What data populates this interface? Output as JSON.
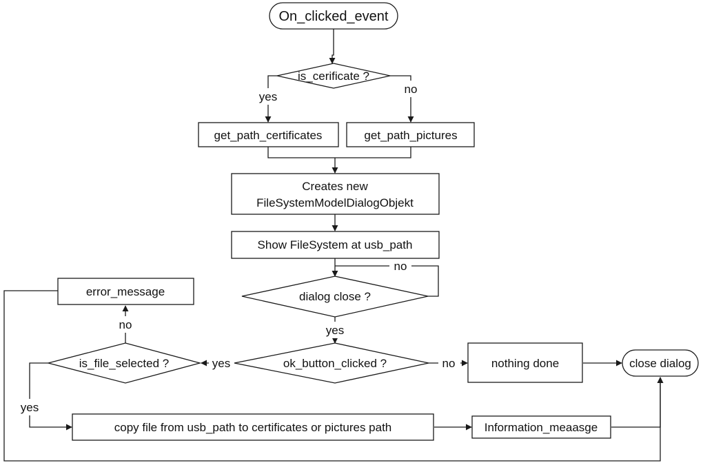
{
  "nodes": {
    "start": "On_clicked_event",
    "is_certificate": "is_cerificate ?",
    "get_path_certificates": "get_path_certificates",
    "get_path_pictures": "get_path_pictures",
    "creates_line1": "Creates new",
    "creates_line2": "FileSystemModelDialogObjekt",
    "show_filesystem": "Show FileSystem at usb_path",
    "dialog_close": "dialog close ?",
    "ok_button_clicked": "ok_button_clicked ?",
    "is_file_selected": "is_file_selected ?",
    "error_message": "error_message",
    "nothing_done": "nothing done",
    "close_dialog": "close dialog",
    "copy_file": "copy file from usb_path to certificates or pictures path",
    "information_message": "Information_meaasge"
  },
  "edges": {
    "cert_yes": "yes",
    "cert_no": "no",
    "dialog_no": "no",
    "dialog_yes": "yes",
    "ok_yes": "yes",
    "ok_no": "no",
    "file_no": "no",
    "file_yes": "yes"
  }
}
